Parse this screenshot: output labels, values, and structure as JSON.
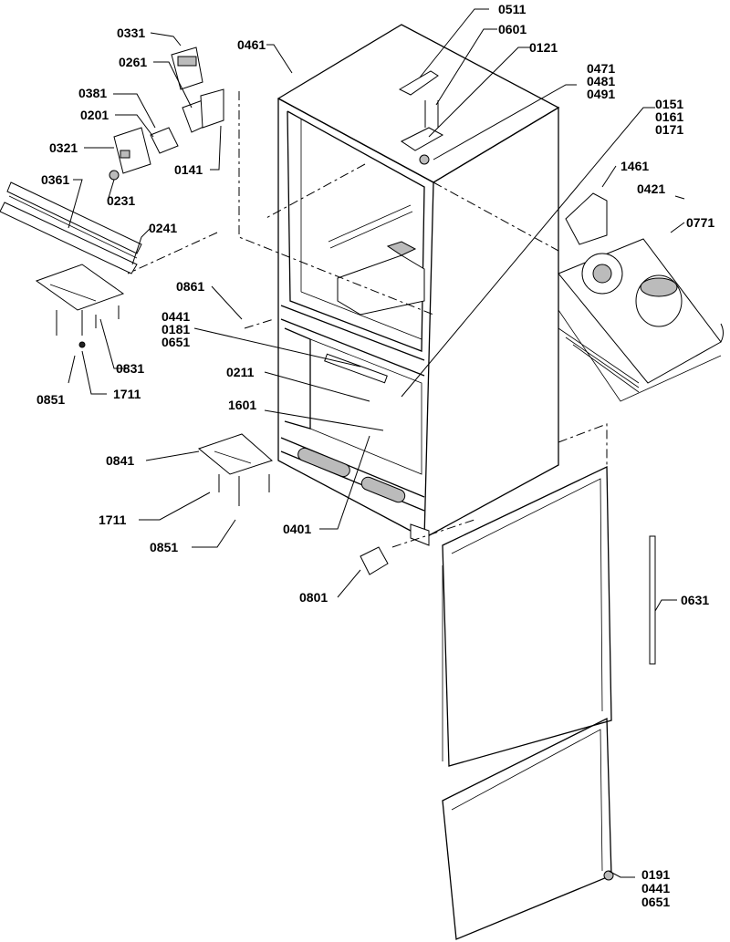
{
  "labels": [
    {
      "id": "l-0331",
      "text": "0331"
    },
    {
      "id": "l-0261",
      "text": "0261"
    },
    {
      "id": "l-0381",
      "text": "0381"
    },
    {
      "id": "l-0201",
      "text": "0201"
    },
    {
      "id": "l-0321",
      "text": "0321"
    },
    {
      "id": "l-0231",
      "text": "0231"
    },
    {
      "id": "l-0141",
      "text": "0141"
    },
    {
      "id": "l-0361",
      "text": "0361"
    },
    {
      "id": "l-0241",
      "text": "0241"
    },
    {
      "id": "l-0861",
      "text": "0861"
    },
    {
      "id": "l-0831",
      "text": "0831"
    },
    {
      "id": "l-0851a",
      "text": "0851"
    },
    {
      "id": "l-1711a",
      "text": "1711"
    },
    {
      "id": "l-0461",
      "text": "0461"
    },
    {
      "id": "l-0511",
      "text": "0511"
    },
    {
      "id": "l-0601",
      "text": "0601"
    },
    {
      "id": "l-0121",
      "text": "0121"
    },
    {
      "id": "l-0471",
      "text": "0471"
    },
    {
      "id": "l-0481",
      "text": "0481"
    },
    {
      "id": "l-0491",
      "text": "0491"
    },
    {
      "id": "l-0151",
      "text": "0151"
    },
    {
      "id": "l-0161",
      "text": "0161"
    },
    {
      "id": "l-0171",
      "text": "0171"
    },
    {
      "id": "l-1461",
      "text": "1461"
    },
    {
      "id": "l-0421",
      "text": "0421"
    },
    {
      "id": "l-0771",
      "text": "0771"
    },
    {
      "id": "l-0441a",
      "text": "0441"
    },
    {
      "id": "l-0181",
      "text": "0181"
    },
    {
      "id": "l-0651a",
      "text": "0651"
    },
    {
      "id": "l-0211",
      "text": "0211"
    },
    {
      "id": "l-1601",
      "text": "1601"
    },
    {
      "id": "l-0841",
      "text": "0841"
    },
    {
      "id": "l-1711b",
      "text": "1711"
    },
    {
      "id": "l-0851b",
      "text": "0851"
    },
    {
      "id": "l-0401",
      "text": "0401"
    },
    {
      "id": "l-0801",
      "text": "0801"
    },
    {
      "id": "l-0631",
      "text": "0631"
    },
    {
      "id": "l-0191",
      "text": "0191"
    },
    {
      "id": "l-0441b",
      "text": "0441"
    },
    {
      "id": "l-0651b",
      "text": "0651"
    }
  ]
}
